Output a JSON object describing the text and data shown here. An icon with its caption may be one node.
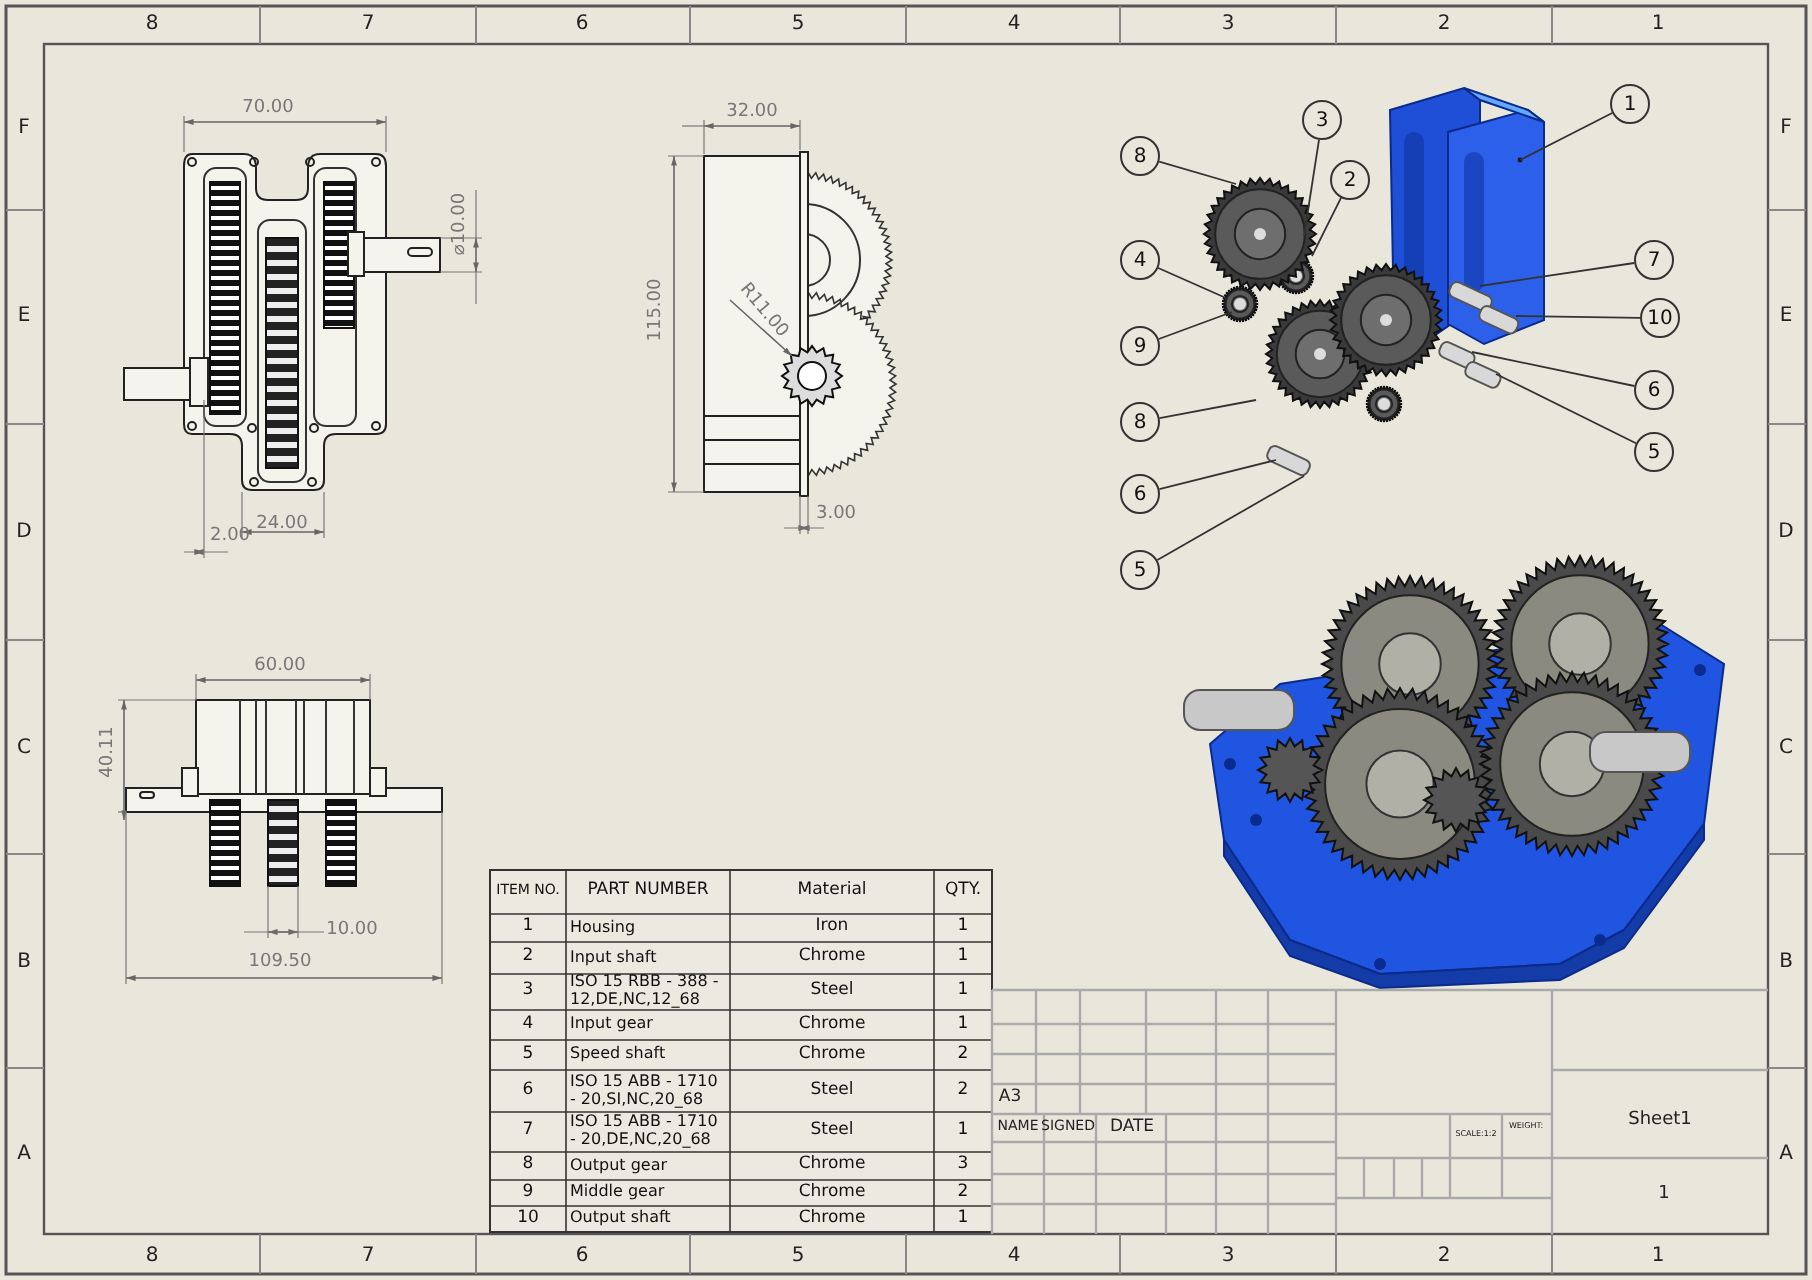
{
  "diagram": {
    "nodes": [
      {
        "text": [
          "1"
        ]
      },
      {
        "text": [
          "3"
        ]
      },
      {
        "text": [
          "8"
        ]
      },
      {
        "text": [
          "2"
        ]
      },
      {
        "text": [
          "4"
        ]
      },
      {
        "text": [
          "7"
        ]
      },
      {
        "text": [
          "10"
        ]
      },
      {
        "text": [
          "9"
        ]
      },
      {
        "text": [
          "6"
        ]
      },
      {
        "text": [
          "8"
        ]
      },
      {
        "text": [
          "5"
        ]
      },
      {
        "text": [
          "6"
        ]
      },
      {
        "text": [
          "5"
        ]
      }
    ],
    "edges": [
      {
        "from": 0,
        "to": null,
        "arrow": "none"
      },
      {
        "from": 1,
        "to": null,
        "arrow": "none"
      },
      {
        "from": 2,
        "to": null,
        "arrow": "none"
      },
      {
        "from": 3,
        "to": null,
        "arrow": "none"
      },
      {
        "from": 4,
        "to": null,
        "arrow": "none"
      },
      {
        "from": 5,
        "to": null,
        "arrow": "none"
      },
      {
        "from": 6,
        "to": null,
        "arrow": "none"
      },
      {
        "from": 7,
        "to": null,
        "arrow": "none"
      },
      {
        "from": 8,
        "to": null,
        "arrow": "none"
      },
      {
        "from": 9,
        "to": null,
        "arrow": "none"
      },
      {
        "from": 10,
        "to": null,
        "arrow": "none"
      },
      {
        "from": 11,
        "to": null,
        "arrow": "none"
      },
      {
        "from": 12,
        "to": null,
        "arrow": "none"
      }
    ],
    "labels": [
      "8",
      "7",
      "6",
      "5",
      "4",
      "3",
      "2",
      "1",
      "F",
      "E",
      "D",
      "C",
      "B",
      "A",
      "F",
      "E",
      "D",
      "C",
      "B",
      "A",
      "8",
      "7",
      "6",
      "5",
      "4",
      "3",
      "2",
      "1",
      "70.00",
      "⌀10.00",
      "2.00",
      "24.00",
      "32.00",
      "115.00",
      "R11.00",
      "3.00",
      "60.00",
      "40.11",
      "10.00",
      "109.50",
      "ITEM NO.",
      "PART NUMBER",
      "Material",
      "QTY.",
      "1",
      "Housing",
      "Iron",
      "1",
      "2",
      "Input shaft",
      "Chrome",
      "1",
      "3",
      "ISO 15 RBB - 388 - 12,DE,NC,12_68",
      "Steel",
      "1",
      "4",
      "Input gear",
      "Chrome",
      "1",
      "5",
      "Speed shaft",
      "Chrome",
      "2",
      "6",
      "ISO 15 ABB - 1710 - 20,SI,NC,20_68",
      "Steel",
      "2",
      "7",
      "ISO 15 ABB - 1710 - 20,DE,NC,20_68",
      "Steel",
      "1",
      "8",
      "Output gear",
      "Chrome",
      "3",
      "9",
      "Middle gear",
      "Chrome",
      "2",
      "10",
      "Output shaft",
      "Chrome",
      "1",
      "A3",
      "NAME",
      "SIGNED",
      "DATE",
      "SCALE:1:2",
      "WEIGHT:",
      "Sheet1",
      "1"
    ]
  }
}
